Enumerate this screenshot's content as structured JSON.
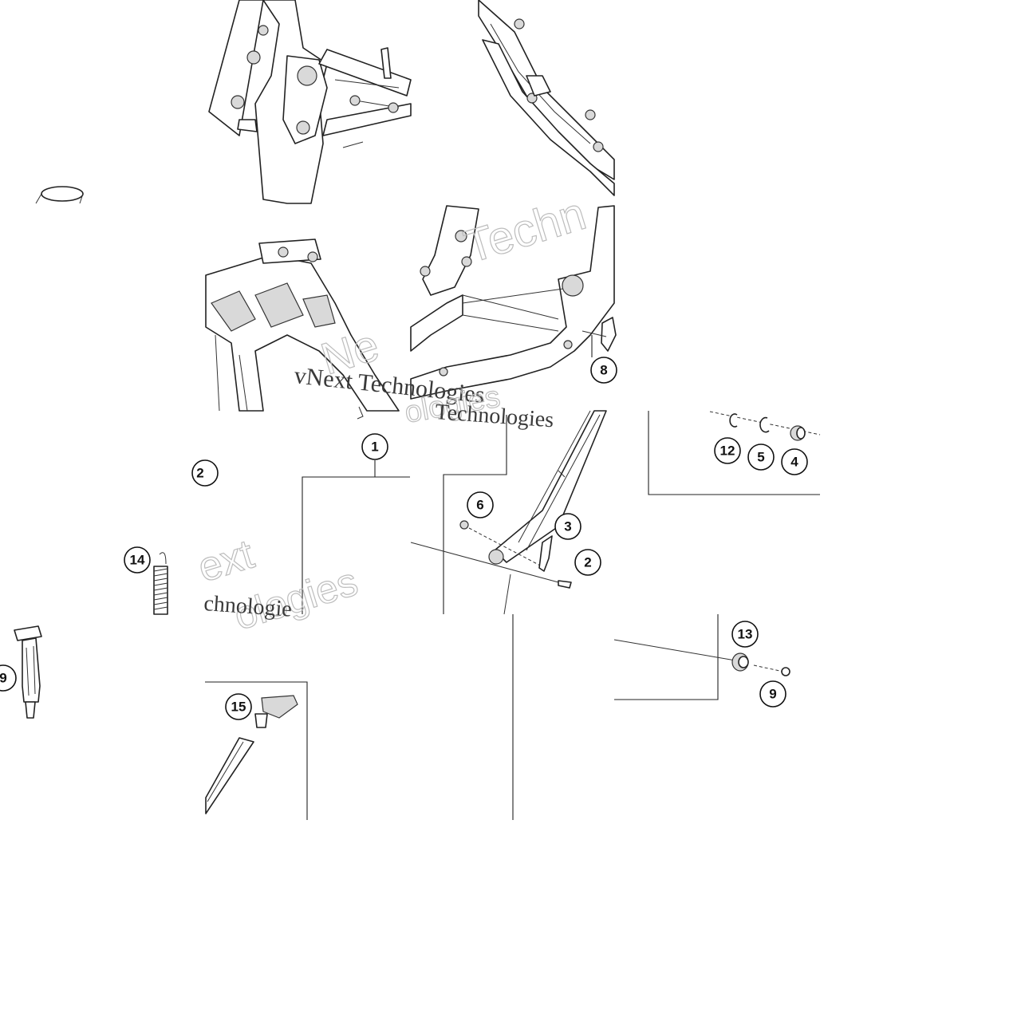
{
  "callouts": [
    {
      "id": "c1",
      "label": "1"
    },
    {
      "id": "c2a",
      "label": "2"
    },
    {
      "id": "c2b",
      "label": "2"
    },
    {
      "id": "c3",
      "label": "3"
    },
    {
      "id": "c4",
      "label": "4"
    },
    {
      "id": "c5",
      "label": "5"
    },
    {
      "id": "c6",
      "label": "6"
    },
    {
      "id": "c8",
      "label": "8"
    },
    {
      "id": "c9a",
      "label": "9"
    },
    {
      "id": "c9b",
      "label": "9"
    },
    {
      "id": "c12",
      "label": "12"
    },
    {
      "id": "c13",
      "label": "13"
    },
    {
      "id": "c14",
      "label": "14"
    },
    {
      "id": "c15",
      "label": "15"
    }
  ],
  "watermark": {
    "brand_a": "vNext Technologies",
    "brand_b": "Technologies",
    "fragment_ext": "ext",
    "fragment_logies": "ologies",
    "fragment_chnologies": "chnologie",
    "fragment_techn": "Techn",
    "fragment_ne": "Ne"
  },
  "colors": {
    "line": "#222222",
    "background": "#ffffff",
    "watermark": "#bdbdbd"
  }
}
